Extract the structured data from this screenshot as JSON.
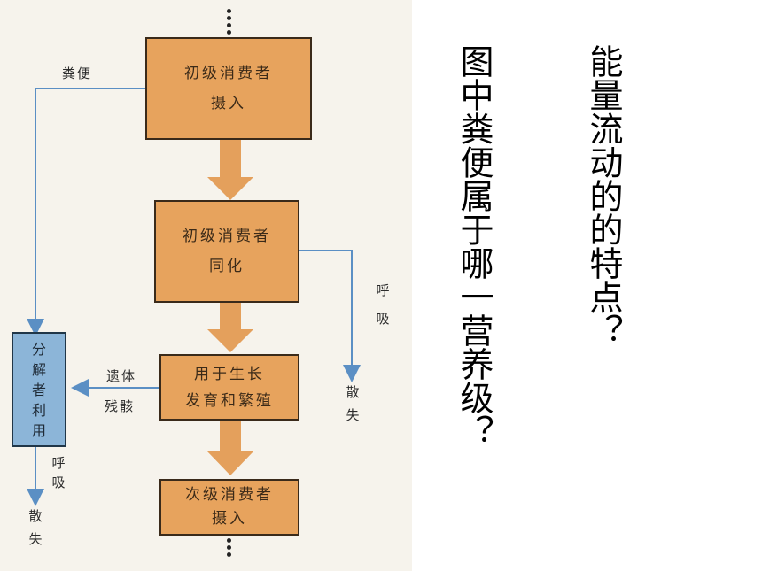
{
  "diagram": {
    "boxes": {
      "ingest": [
        "初级消费者",
        "摄入"
      ],
      "assimilate": [
        "初级消费者",
        "同化"
      ],
      "growth": [
        "用于生长",
        "发育和繁殖"
      ],
      "secondary": [
        "次级消费者",
        "摄入"
      ],
      "decomposer": [
        "分",
        "解",
        "者",
        "利",
        "用"
      ]
    },
    "labels": {
      "feces": "粪便",
      "remains_1": "遗体",
      "remains_2": "残骸",
      "respiration": [
        "呼",
        "吸"
      ],
      "dissipated": [
        "散",
        "失"
      ],
      "respiration_2": [
        "呼",
        "吸"
      ],
      "dissipated_2": [
        "散",
        "失"
      ]
    },
    "colors": {
      "box_fill": "#e7a35d",
      "decomposer_fill": "#8cb5d8",
      "arrow_orange": "#e4a05c",
      "arrow_blue": "#5b8fc4"
    }
  },
  "questions": {
    "right": "能量流动的的特点？",
    "left": "图中粪便属于哪一营养级？"
  }
}
